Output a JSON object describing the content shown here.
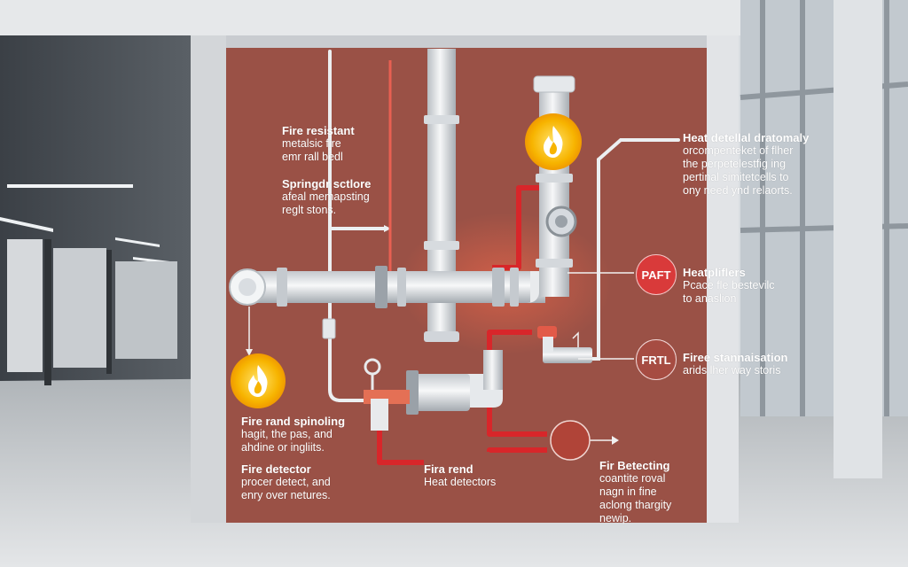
{
  "labels": {
    "fire_resistant": {
      "title": "Fire resistant",
      "lines": [
        "metalsic fire",
        "emr rall bedl"
      ]
    },
    "sprinkler": {
      "title": "Springdr sctlore",
      "lines": [
        "afeal memapsting",
        "reglt stons."
      ]
    },
    "heat_detail": {
      "title": "Heat detellal dratomaly",
      "lines": [
        "orcompenteket of flher",
        "the perpetelestfig ing",
        "pertinal simitetcells to",
        "ony need ynd relaorts."
      ]
    },
    "heatspliflers": {
      "title": "Heatpliflers",
      "lines": [
        "Pcace fle bestevilc",
        "to anaslion"
      ]
    },
    "fire_standardisation": {
      "title": "Firee stannaisation",
      "lines": [
        "arids lher way storis"
      ]
    },
    "fire_rand_spinoling": {
      "title": "Fire rand spinoling",
      "lines": [
        "hagit, the pas, and",
        "ahdine or ingliits."
      ]
    },
    "fire_detector": {
      "title": "Fire detector",
      "lines": [
        "procer detect, and",
        "enry over netures."
      ]
    },
    "fira_rend": {
      "title": "Fira rend",
      "lines": [
        "Heat detectors"
      ]
    },
    "fir_betecting": {
      "title": "Fir Betecting",
      "lines": [
        "coantite roval",
        "nagn in fine",
        "aclong thargity",
        "newip."
      ]
    }
  },
  "badges": {
    "paft": "PAFT",
    "frt": "FRTL"
  },
  "colors": {
    "wall": "#a3564a",
    "pipe_white": "#e8eaec",
    "pipe_red": "#d8262a",
    "flame_yellow": "#f6b400",
    "badge_red": "#d93a3a"
  },
  "icons": [
    "flame-icon",
    "flame-icon",
    "pressure-gauge-icon",
    "valve-icon"
  ]
}
